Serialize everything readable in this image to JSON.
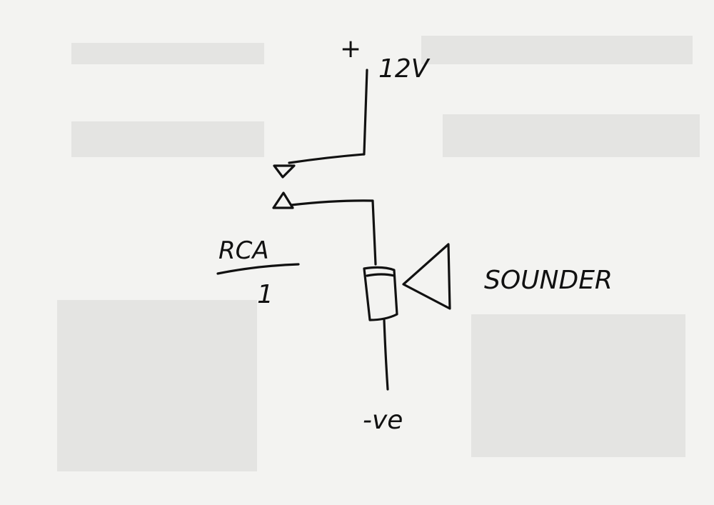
{
  "diagram": {
    "title": "RCA relay sounder circuit (hand sketch)",
    "labels": {
      "plus": "+",
      "supply": "12V",
      "component": "RCA",
      "component_number": "1",
      "sounder": "SOUNDER",
      "ground": "-ve"
    },
    "colors": {
      "ink": "#111111",
      "paper": "#f3f3f1"
    }
  }
}
